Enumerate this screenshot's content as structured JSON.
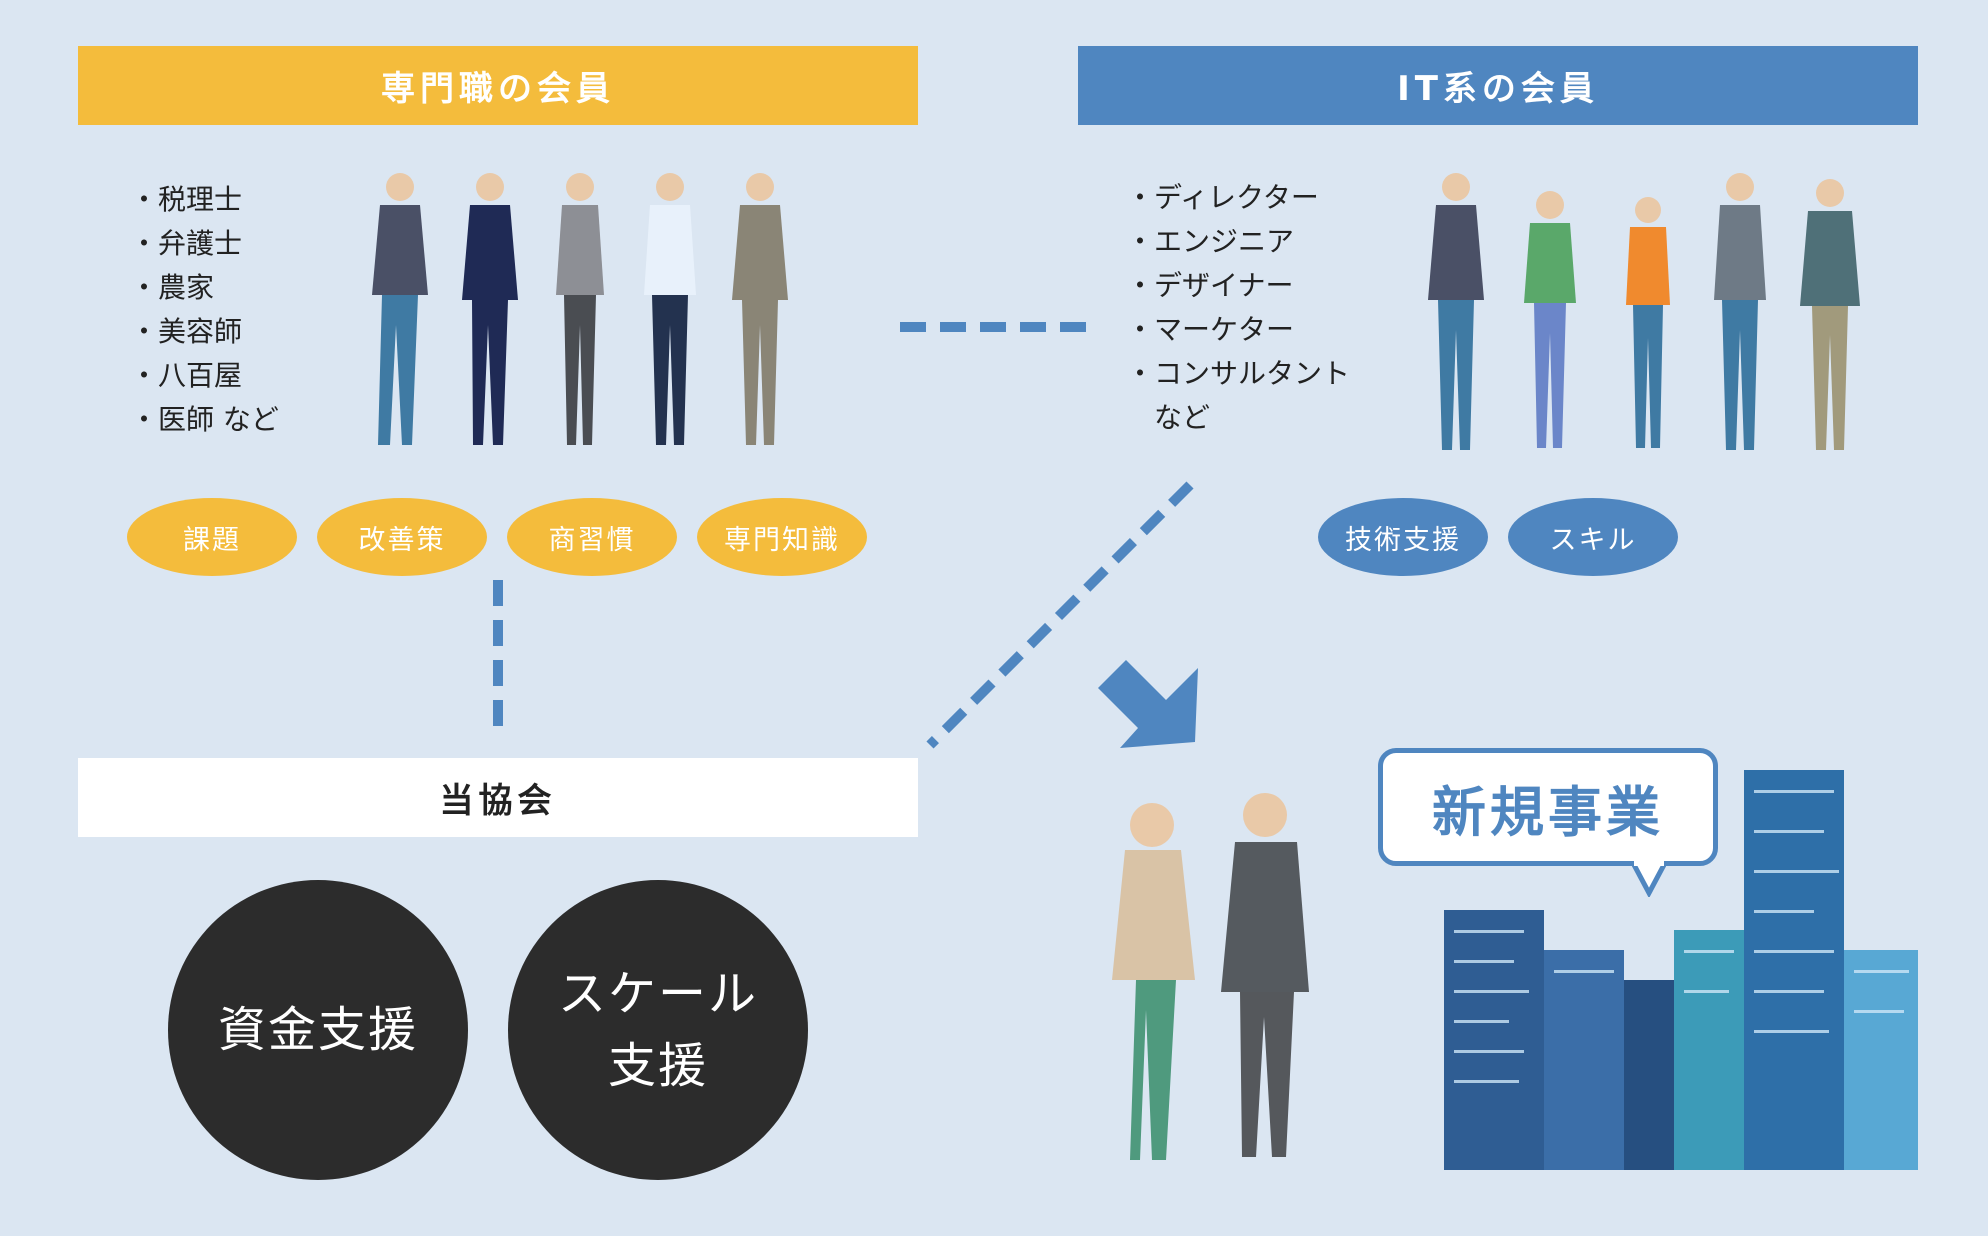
{
  "colors": {
    "background": "#dbe6f2",
    "yellow": "#f4bc3c",
    "blue": "#4f86c0",
    "dark": "#2c2c2c",
    "white": "#ffffff"
  },
  "professional": {
    "title": "専門職の会員",
    "items": [
      "・税理士",
      "・弁護士",
      "・農家",
      "・美容師",
      "・八百屋",
      "・医師 など"
    ],
    "tags": [
      "課題",
      "改善策",
      "商習慣",
      "専門知識"
    ]
  },
  "it": {
    "title": "IT系の会員",
    "items": [
      "・ディレクター",
      "・エンジニア",
      "・デザイナー",
      "・マーケター",
      "・コンサルタント",
      "　など"
    ],
    "tags": [
      "技術支援",
      "スキル"
    ]
  },
  "association": {
    "title": "当協会",
    "circles": [
      {
        "line1": "資金支援",
        "line2": ""
      },
      {
        "line1": "スケール",
        "line2": "支援"
      }
    ]
  },
  "outcome": {
    "bubble": "新規事業"
  }
}
